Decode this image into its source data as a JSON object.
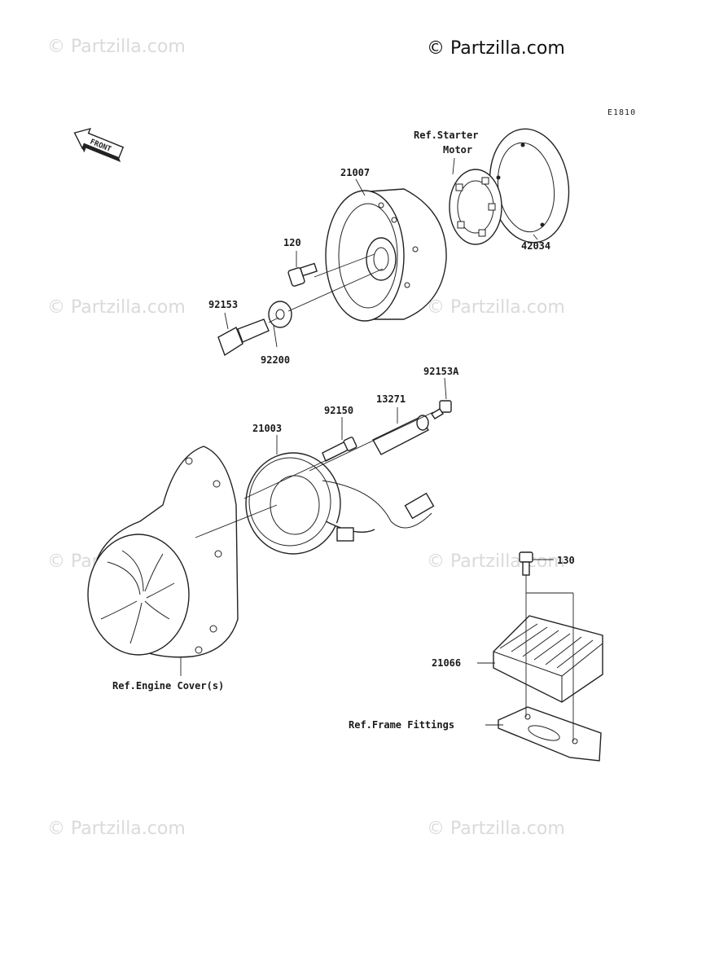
{
  "copyright": "© Partzilla.com",
  "watermark": "© Partzilla.com",
  "diagram_code": "E1810",
  "front_label": "FRONT",
  "labels": {
    "p21007": "21007",
    "ref_starter_1": "Ref.Starter",
    "ref_starter_2": "Motor",
    "p42034": "42034",
    "p120": "120",
    "p92153": "92153",
    "p92200": "92200",
    "p92153A": "92153A",
    "p13271": "13271",
    "p92150": "92150",
    "p21003": "21003",
    "p130": "130",
    "p21066": "21066",
    "ref_engine_cover": "Ref.Engine Cover(s)",
    "ref_frame_fittings": "Ref.Frame Fittings"
  }
}
